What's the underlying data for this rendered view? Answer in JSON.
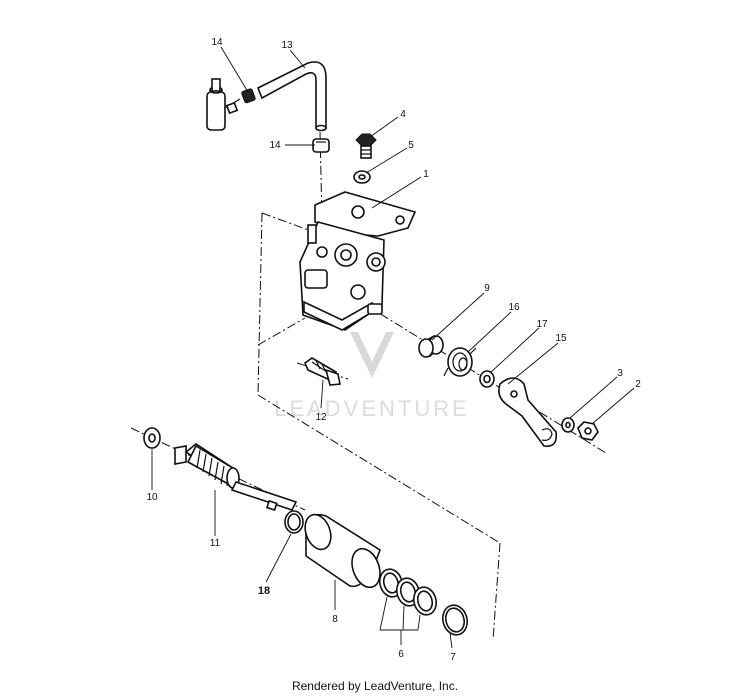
{
  "watermark": {
    "text": "LEADVENTURE"
  },
  "footer": {
    "text": "Rendered by LeadVenture, Inc."
  },
  "callouts": {
    "c1": "1",
    "c2": "2",
    "c3": "3",
    "c4": "4",
    "c5": "5",
    "c6": "6",
    "c7": "7",
    "c8": "8",
    "c9": "9",
    "c10": "10",
    "c11": "11",
    "c12": "12",
    "c13": "13",
    "c14a": "14",
    "c14b": "14",
    "c15": "15",
    "c16": "16",
    "c17": "17",
    "c18": "18"
  }
}
